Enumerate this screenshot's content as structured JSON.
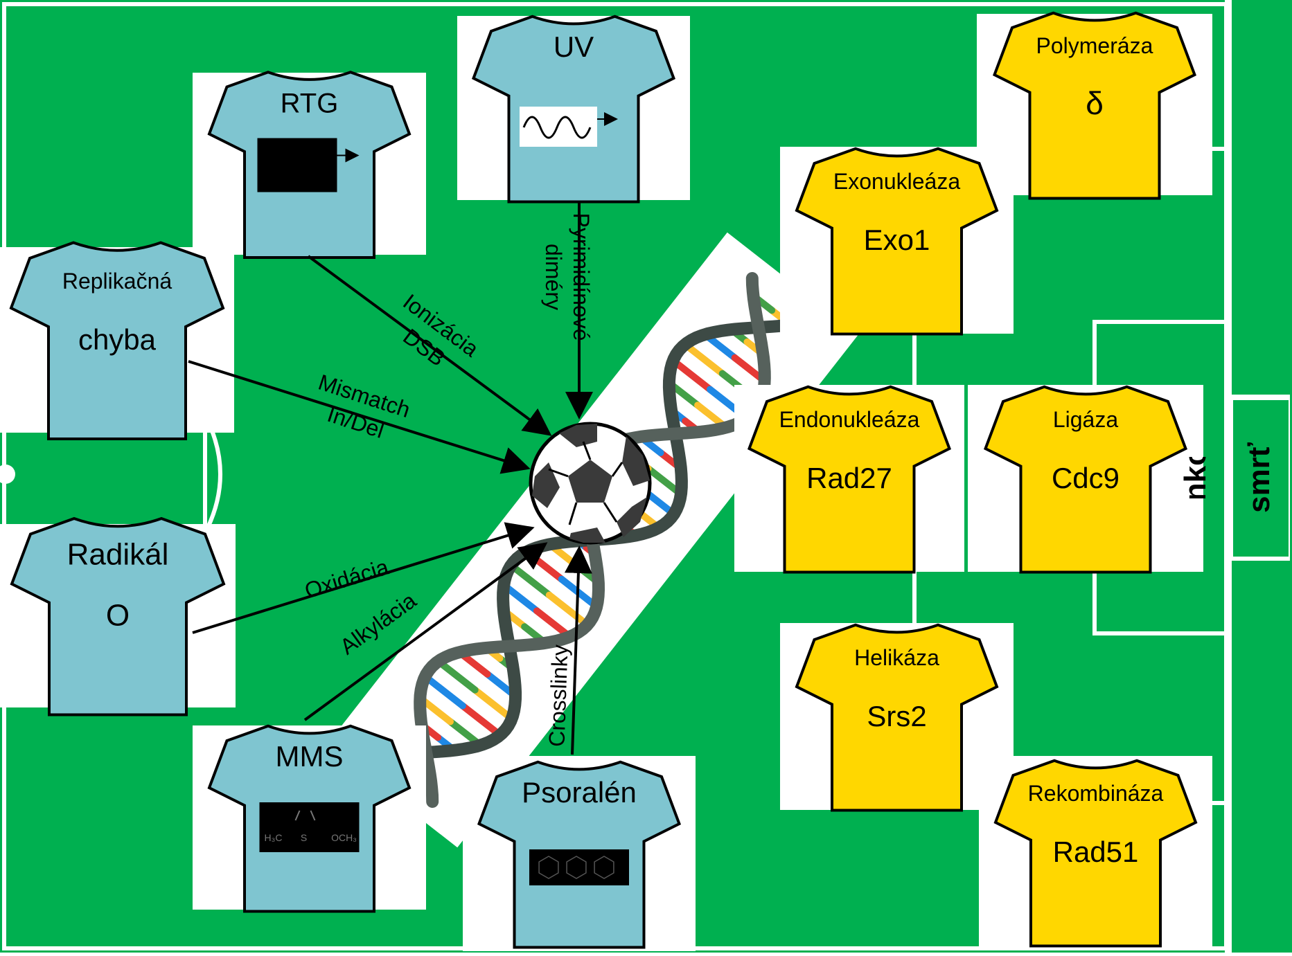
{
  "colors": {
    "field": "#00B050",
    "line": "#ffffff",
    "attacker_shirt": "#7FC5D0",
    "defender_shirt": "#FFD700",
    "arrow": "#000000",
    "ball_dark": "#3a3a3a"
  },
  "attackers": [
    {
      "id": "rtg",
      "top": "RTG",
      "bottom": "",
      "icon": "x-ray-wave-icon"
    },
    {
      "id": "uv",
      "top": "UV",
      "bottom": "",
      "icon": "uv-wave-icon"
    },
    {
      "id": "replication",
      "top": "Replikačná",
      "bottom": "chyba",
      "icon": ""
    },
    {
      "id": "radical",
      "top": "Radikál",
      "bottom": "O",
      "icon": ""
    },
    {
      "id": "mms",
      "top": "MMS",
      "bottom": "",
      "icon": "mms-structure-icon"
    },
    {
      "id": "psoralen",
      "top": "Psoralén",
      "bottom": "",
      "icon": "psoralen-structure-icon"
    }
  ],
  "mms_formula": {
    "left": "H₃C",
    "right": "OCH₃",
    "center": "S"
  },
  "defenders": [
    {
      "id": "polymerase",
      "top": "Polymeráza",
      "bottom": "δ"
    },
    {
      "id": "exonuclease",
      "top": "Exonukleáza",
      "bottom": "Exo1"
    },
    {
      "id": "endonuclease",
      "top": "Endonukleáza",
      "bottom": "Rad27"
    },
    {
      "id": "ligase",
      "top": "Ligáza",
      "bottom": "Cdc9"
    },
    {
      "id": "helicase",
      "top": "Helikáza",
      "bottom": "Srs2"
    },
    {
      "id": "recombinase",
      "top": "Rekombináza",
      "bottom": "Rad51"
    }
  ],
  "arrow_labels": {
    "rtg": [
      "Ionizácia",
      "DSB"
    ],
    "uv": [
      "Pyrimidínové",
      "diméry"
    ],
    "replication": [
      "Mismatch",
      "In/Del"
    ],
    "radical": [
      "Oxidácia"
    ],
    "mms": [
      "Alkylácia"
    ],
    "psoralen": [
      "Crosslinky"
    ]
  },
  "goal_label": [
    "Bunková",
    "smrť"
  ]
}
